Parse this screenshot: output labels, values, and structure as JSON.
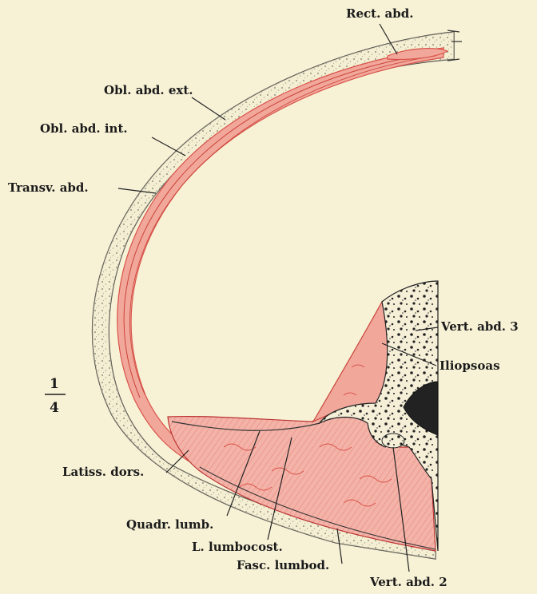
{
  "scale": {
    "numerator": "1",
    "denominator": "4"
  },
  "labels": {
    "rect_abd": "Rect. abd.",
    "obl_abd_ext": "Obl. abd. ext.",
    "obl_abd_int": "Obl. abd. int.",
    "transv_abd": "Transv. abd.",
    "vert_abd_3": "Vert. abd. 3",
    "iliopsoas": "Iliopsoas",
    "latiss_dors": "Latiss. dors.",
    "quadr_lumb": "Quadr. lumb.",
    "l_lumbocost": "L. lumbocost.",
    "fasc_lumbod": "Fasc. lumbod.",
    "vert_abd_2": "Vert. abd. 2"
  },
  "colors": {
    "paper": "#f7f2d6",
    "muscle": "#f2a79b",
    "muscle_line": "#d9534a",
    "ink": "#1a1a1a"
  }
}
